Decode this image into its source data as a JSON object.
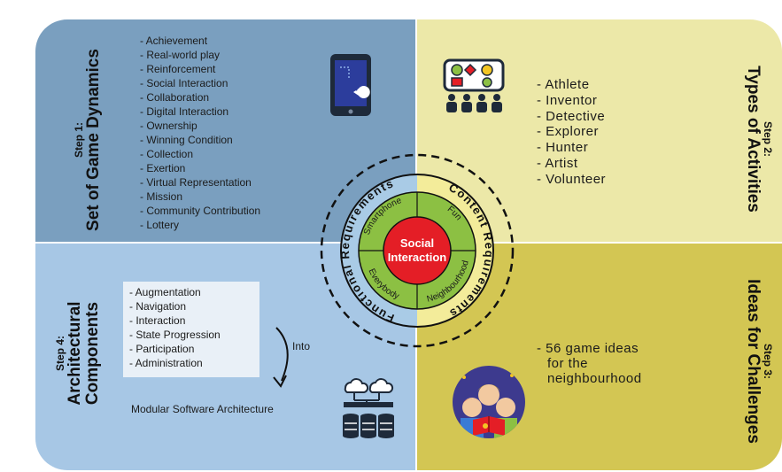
{
  "step1": {
    "step": "Step 1:",
    "title": "Set of Game Dynamics",
    "items": [
      "- Achievement",
      "- Real-world play",
      "- Reinforcement",
      "- Social Interaction",
      "- Collaboration",
      "- Digital Interaction",
      "- Ownership",
      "- Winning Condition",
      "- Collection",
      "- Exertion",
      "- Virtual Representation",
      "- Mission",
      "- Community Contribution",
      "- Lottery"
    ]
  },
  "step2": {
    "step": "Step 2:",
    "title": "Types of Activities",
    "items": [
      "- Athlete",
      "- Inventor",
      "- Detective",
      "- Explorer",
      "- Hunter",
      "- Artist",
      "- Volunteer"
    ]
  },
  "step3": {
    "step": "Step 3:",
    "title": "Ideas for Challenges",
    "items": [
      "- 56 game ideas",
      "  for the",
      "  neighbourhood"
    ]
  },
  "step4": {
    "step": "Step 4:",
    "title_line1": "Architectural",
    "title_line2": "Components",
    "items": [
      "- Augmentation",
      "- Navigation",
      "- Interaction",
      "- State Progression",
      "- Participation",
      "- Administration"
    ],
    "into": "Into",
    "result": "Modular Software Architecture"
  },
  "center": {
    "core_line1": "Social",
    "core_line2": "Interaction",
    "segments": [
      "Smartphone",
      "Fun",
      "Everybody",
      "Neighbourhood"
    ],
    "ring_left": "Functional Requirements",
    "ring_right": "Content Requirements"
  },
  "colors": {
    "step1_bg": "#7a9fbf",
    "step2_bg": "#ece8a8",
    "step3_bg": "#d3c653",
    "step4_bg": "#a7c7e5",
    "core": "#e41e26",
    "segment_green": "#8cc043",
    "ring_blue": "#a9cbe6",
    "ring_yellow": "#f3ec9a"
  },
  "icons": [
    "tablet-pacman-icon",
    "activities-people-icon",
    "cloud-servers-icon",
    "children-reading-icon"
  ]
}
